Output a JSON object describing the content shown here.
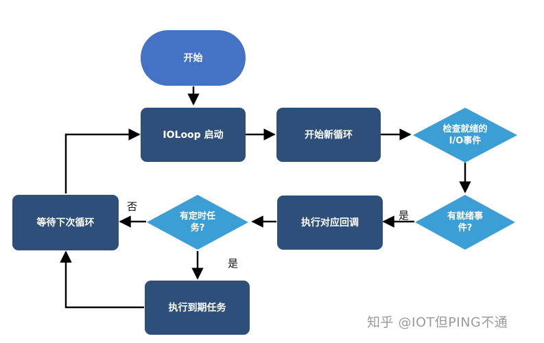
{
  "diagram": {
    "nodes": {
      "start": "开始",
      "ioloop_start": "IOLoop 启动",
      "new_loop": "开始新循环",
      "check_io": "检查就绪的\nI/O事件",
      "has_ready": "有就绪事\n件?",
      "exec_callback": "执行对应回调",
      "has_timer": "有定时任\n务?",
      "wait_next": "等待下次循环",
      "exec_due": "执行到期任务"
    },
    "edge_labels": {
      "yes_ready": "是",
      "no_timer": "否",
      "yes_timer": "是"
    },
    "colors": {
      "rect": "#2e4f7a",
      "pill": "#4472c4",
      "diamond": "#3b9fd6",
      "arrow": "#000000"
    }
  },
  "watermark": "知乎 @IOT但PING不通"
}
